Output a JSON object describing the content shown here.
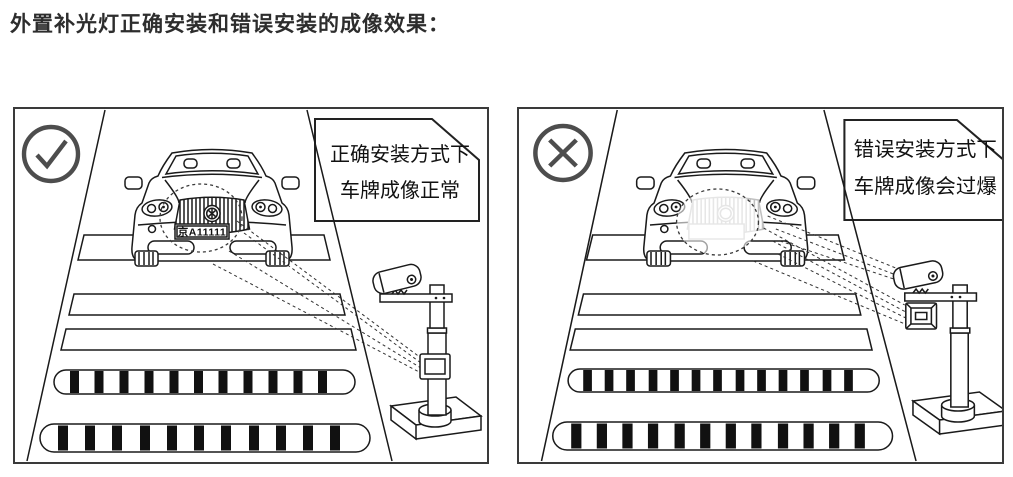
{
  "title": "外置补光灯正确安装和错误安装的成像效果：",
  "panels": {
    "correct": {
      "icon": "check-circle-icon",
      "callout": {
        "line1": "正确安装方式下",
        "line2": "车牌成像正常"
      },
      "license_plate": "京A11111"
    },
    "wrong": {
      "icon": "cross-circle-icon",
      "callout": {
        "line1": "错误安装方式下",
        "line2": "车牌成像会过爆"
      },
      "license_plate": ""
    }
  },
  "colors": {
    "line": "#1a1a1a",
    "panel_border": "#3a3a3a",
    "status_icon_gray": "#4d4d4d",
    "overexposed_line": "#c0c0c0",
    "title_text": "#2d2d2d"
  }
}
